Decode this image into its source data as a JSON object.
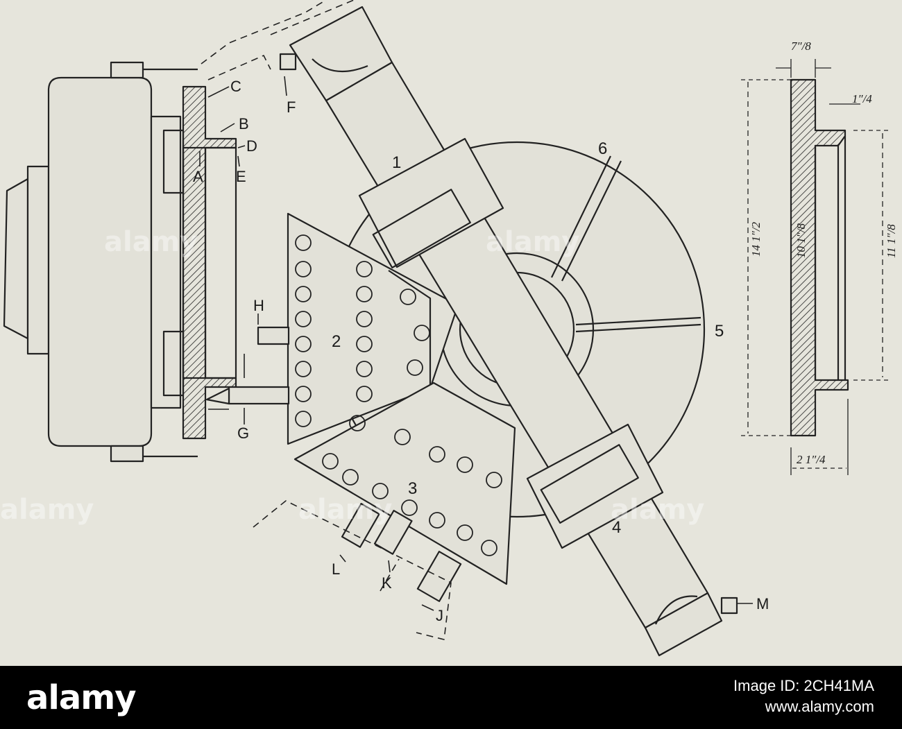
{
  "diagram": {
    "part_labels": [
      "A",
      "B",
      "C",
      "D",
      "E",
      "F",
      "G",
      "H",
      "J",
      "K",
      "L",
      "M"
    ],
    "station_numbers": [
      "1",
      "2",
      "3",
      "4",
      "5",
      "6"
    ],
    "dimensions": {
      "flange_thickness": "7″/8",
      "step_height": "1″/4",
      "overall_diameter": "14 1″/2",
      "bore_diameter": "10 1″/8",
      "hub_diameter": "11 1″/8",
      "overall_length": "2 1″/4"
    },
    "watermark": "alamy"
  },
  "footer": {
    "logo": "alamy",
    "image_id_label": "Image ID: 2CH41MA",
    "stock_url": "www.alamy.com"
  }
}
